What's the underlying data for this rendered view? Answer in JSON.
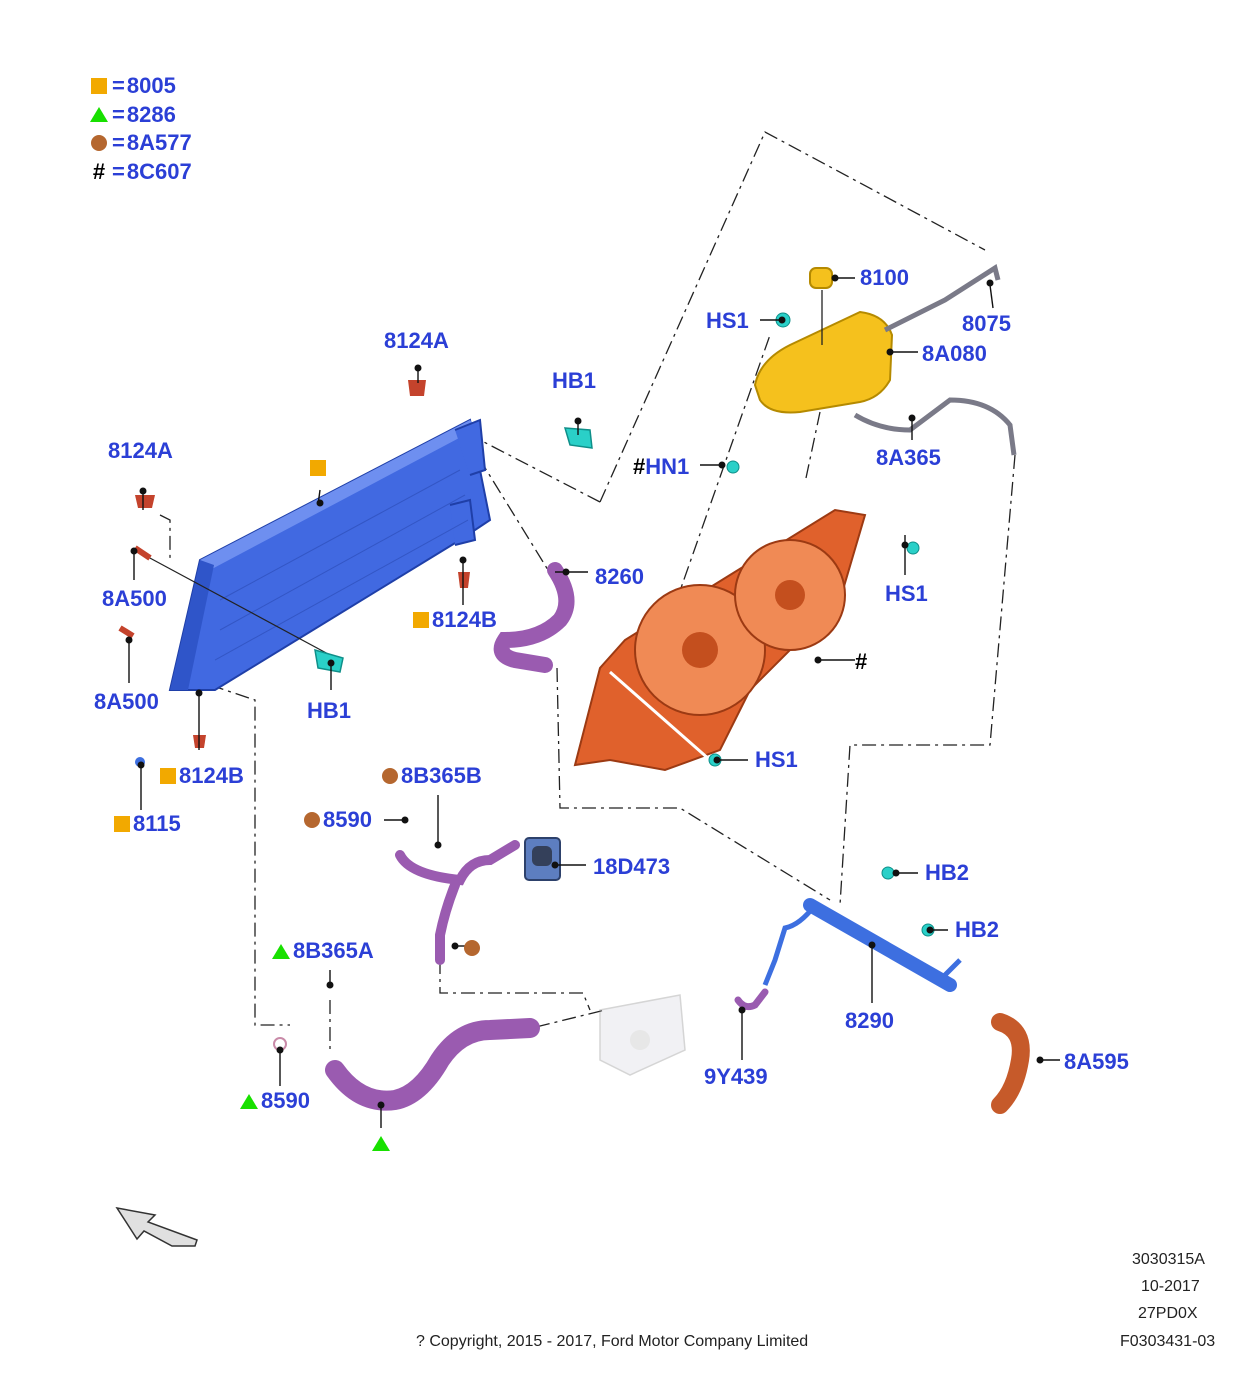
{
  "legend": [
    {
      "symbol": "square",
      "eq": "=",
      "code": "8005"
    },
    {
      "symbol": "triangle",
      "eq": "=",
      "code": "8286"
    },
    {
      "symbol": "circle",
      "eq": "=",
      "code": "8A577"
    },
    {
      "symbol": "hash",
      "symbol_text": "#",
      "eq": "=",
      "code": "8C607"
    }
  ],
  "colors": {
    "label": "#2b3fd6",
    "square": "#f2a900",
    "triangle": "#18e000",
    "circle": "#b5672f",
    "radiator": "#4169e1",
    "fan_shroud": "#e0612c",
    "reservoir": "#f5c11d",
    "hose_purple": "#9a5bb0",
    "hose_orange": "#c65a2a",
    "tube_blue": "#3d6fe0",
    "fastener": "#2ad0c8"
  },
  "callouts": {
    "c8100": "8100",
    "c8075": "8075",
    "hs1_top": "HS1",
    "c8A080": "8A080",
    "c8124A_top": "8124A",
    "hb1_top": "HB1",
    "hn1": "HN1",
    "hn1_hash": "#",
    "c8A365": "8A365",
    "c8124A_left": "8124A",
    "hs1_right": "HS1",
    "c8260": "8260",
    "c8A500_a": "8A500",
    "c8124B_a": "8124B",
    "fan_hash": "#",
    "hb1_bottom": "HB1",
    "c8A500_b": "8A500",
    "hs1_bottom": "HS1",
    "c8124B_b": "8124B",
    "c8B365B": "8B365B",
    "c8115": "8115",
    "c8590_top": "8590",
    "c18D473": "18D473",
    "hb2_a": "HB2",
    "hb2_b": "HB2",
    "c8B365A": "8B365A",
    "c8290": "8290",
    "c8A595": "8A595",
    "c9Y439": "9Y439",
    "c8590_bottom": "8590"
  },
  "footer": {
    "line1": "3030315A",
    "line2": "10-2017",
    "line3": "27PD0X",
    "line4": "F0303431-03",
    "copyright": "? Copyright, 2015 - 2017, Ford Motor Company Limited"
  }
}
